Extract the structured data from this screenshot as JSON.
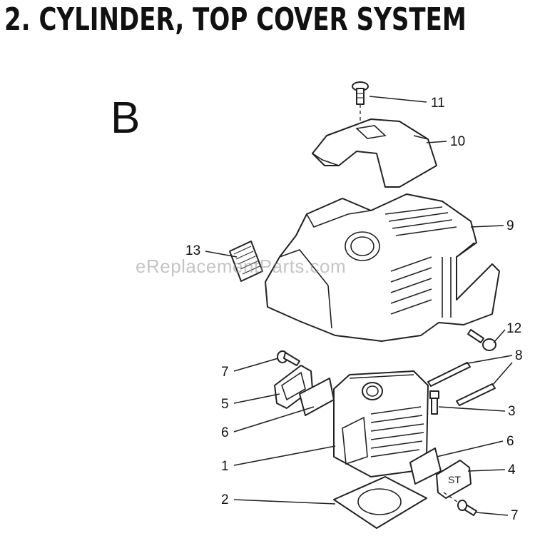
{
  "title": "2.  CYLINDER, TOP COVER SYSTEM",
  "section_label": "B",
  "watermark": "eReplacementParts.com",
  "callouts": [
    "11",
    "10",
    "9",
    "13",
    "12",
    "8",
    "7",
    "5",
    "3",
    "6",
    "1",
    "6",
    "4",
    "2",
    "7"
  ]
}
